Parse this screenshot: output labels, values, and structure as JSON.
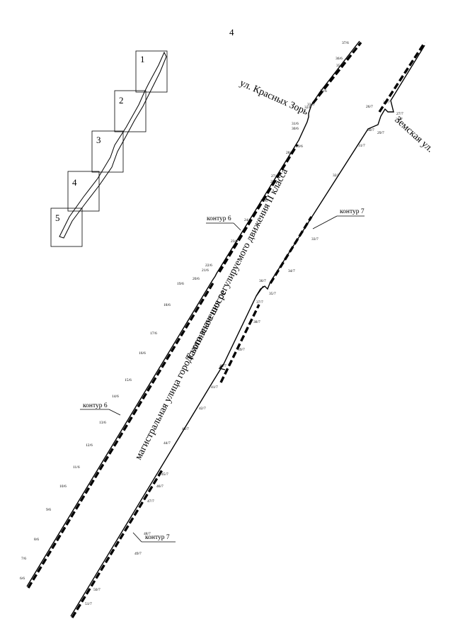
{
  "sheet_number": "4",
  "index_map": {
    "frames": [
      "1",
      "2",
      "3",
      "4",
      "5"
    ]
  },
  "streets": {
    "krasnykh_zor": "ул. Красных Зорь",
    "zemskaya": "Земская ул.",
    "tallinskoe": "Таллинское шоссе",
    "category": "магистральная улица городского значения регулируемого движения II класса"
  },
  "contours": {
    "label_6": "контур 6",
    "label_7": "контур 7"
  },
  "points_6": [
    "6/6",
    "7/6",
    "8/6",
    "9/6",
    "10/6",
    "11/6",
    "12/6",
    "13/6",
    "14/6",
    "15/6",
    "16/6",
    "17/6",
    "18/6",
    "19/6",
    "20/6",
    "21/6",
    "22/6",
    "23/6",
    "24/6",
    "25/6",
    "26/6",
    "27/6",
    "28/6",
    "29/6",
    "30/6",
    "31/6",
    "32/6",
    "33/6",
    "34/6",
    "35/6",
    "36/6",
    "37/6"
  ],
  "points_7": [
    "51/7",
    "50/7",
    "49/7",
    "48/7",
    "47/7",
    "46/7",
    "45/7",
    "44/7",
    "43/7",
    "42/7",
    "41/7",
    "40/7",
    "39/7",
    "38/7",
    "37/7",
    "36/7",
    "35/7",
    "34/7",
    "33/7",
    "32/7",
    "31/7",
    "30/7",
    "29/7",
    "28/7",
    "27/7",
    "26/7",
    "25/7"
  ],
  "colors": {
    "line": "#000000",
    "background": "#ffffff"
  }
}
